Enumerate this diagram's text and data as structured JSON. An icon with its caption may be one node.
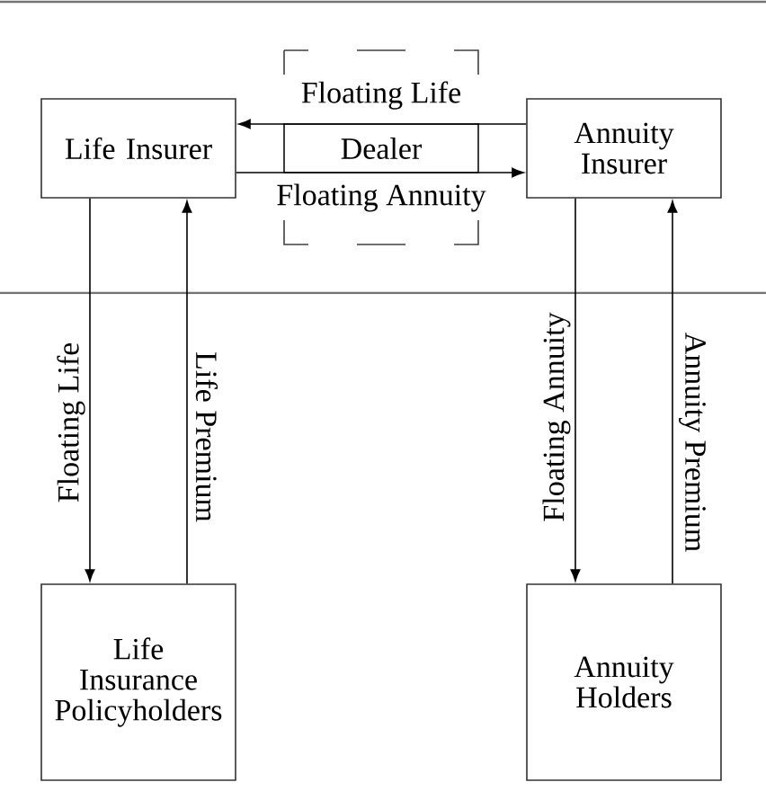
{
  "diagram": {
    "nodes": [
      {
        "text": [
          "Life Insurer"
        ]
      },
      {
        "text": [
          "Dealer"
        ]
      },
      {
        "text": [
          "Annuity Insurer"
        ]
      },
      {
        "text": [
          "Life Insurance Policyholders"
        ]
      },
      {
        "text": [
          "Annuity Holders"
        ]
      }
    ],
    "edges": [
      {
        "from": 2,
        "to": 0,
        "arrow": "to",
        "label": "Floating Life"
      },
      {
        "from": 0,
        "to": 2,
        "arrow": "to",
        "label": "Floating Annuity"
      },
      {
        "from": 0,
        "to": 3,
        "arrow": "to",
        "label": "Floating Life"
      },
      {
        "from": 3,
        "to": 0,
        "arrow": "to",
        "label": "Life Premium"
      },
      {
        "from": 2,
        "to": 4,
        "arrow": "to",
        "label": "Floating Annuity"
      },
      {
        "from": 4,
        "to": 2,
        "arrow": "to",
        "label": "Annuity Premium"
      }
    ]
  }
}
